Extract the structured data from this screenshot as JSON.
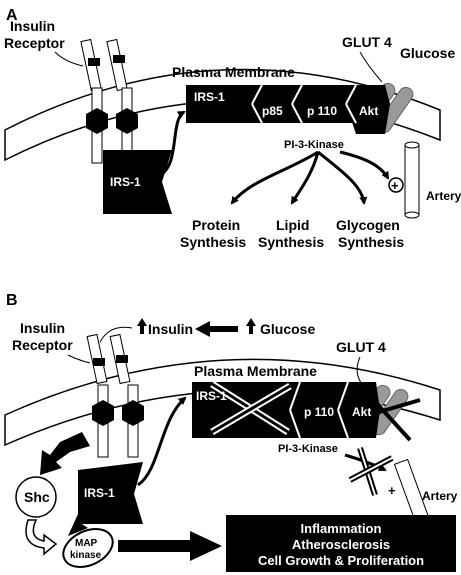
{
  "panel_a": {
    "letter": "A",
    "insulin_receptor_1": "Insulin",
    "insulin_receptor_2": "Receptor",
    "plasma_membrane": "Plasma Membrane",
    "glut4": "GLUT 4",
    "glucose": "Glucose",
    "irs1_box": "IRS-1",
    "p85": "p85",
    "p110": "p 110",
    "akt": "Akt",
    "pi3k": "PI-3-Kinase",
    "irs1_free": "IRS-1",
    "plus": "+",
    "artery": "Artery",
    "out1_1": "Protein",
    "out1_2": "Synthesis",
    "out2_1": "Lipid",
    "out2_2": "Synthesis",
    "out3_1": "Glycogen",
    "out3_2": "Synthesis"
  },
  "panel_b": {
    "letter": "B",
    "insulin_receptor_1": "Insulin",
    "insulin_receptor_2": "Receptor",
    "insulin": "Insulin",
    "glucose": "Glucose",
    "glut4": "GLUT 4",
    "plasma_membrane": "Plasma Membrane",
    "irs1_box": "IRS-1",
    "p110": "p 110",
    "akt": "Akt",
    "pi3k": "PI-3-Kinase",
    "irs1_free": "IRS-1",
    "shc": "Shc",
    "map_1": "MAP",
    "map_2": "kinase",
    "plus": "+",
    "artery": "Artery",
    "outcome_1": "Inflammation",
    "outcome_2": "Atherosclerosis",
    "outcome_3": "Cell Growth & Proliferation"
  }
}
